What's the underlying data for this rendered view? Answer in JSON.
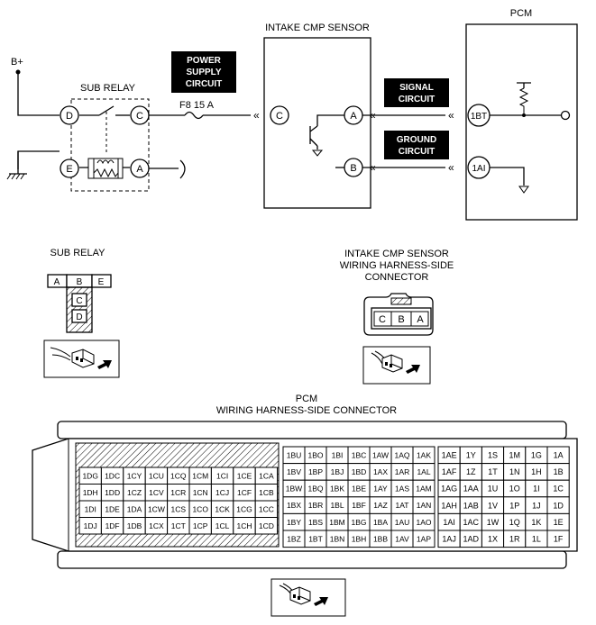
{
  "wiring": {
    "b_plus": "B+",
    "sub_relay_title": "SUB RELAY",
    "relay_pins": {
      "d": "D",
      "c": "C",
      "e": "E",
      "a": "A"
    },
    "fuse_label": "F8 15 A",
    "power_supply_lines": [
      "POWER",
      "SUPPLY",
      "CIRCUIT"
    ],
    "sensor_title": "INTAKE CMP SENSOR",
    "sensor_pins": {
      "c": "C",
      "a": "A",
      "b": "B"
    },
    "signal_lines": [
      "SIGNAL",
      "CIRCUIT"
    ],
    "ground_lines": [
      "GROUND",
      "CIRCUIT"
    ],
    "pcm_title": "PCM",
    "pcm_pins": {
      "bt": "1BT",
      "ai": "1AI"
    }
  },
  "relay_connector": {
    "title": "SUB RELAY",
    "top_row": [
      "A",
      "B",
      "E"
    ],
    "stack": [
      "C",
      "D"
    ]
  },
  "sensor_connector": {
    "title_lines": [
      "INTAKE CMP SENSOR",
      "WIRING HARNESS-SIDE",
      "CONNECTOR"
    ],
    "pins": [
      "C",
      "B",
      "A"
    ]
  },
  "pcm_connector": {
    "title_lines": [
      "PCM",
      "WIRING HARNESS-SIDE CONNECTOR"
    ],
    "left_rows": [
      [
        "1DG",
        "1DC",
        "1CY",
        "1CU",
        "1CQ",
        "1CM",
        "1CI",
        "1CE",
        "1CA"
      ],
      [
        "1DH",
        "1DD",
        "1CZ",
        "1CV",
        "1CR",
        "1CN",
        "1CJ",
        "1CF",
        "1CB"
      ],
      [
        "1DI",
        "1DE",
        "1DA",
        "1CW",
        "1CS",
        "1CO",
        "1CK",
        "1CG",
        "1CC"
      ],
      [
        "1DJ",
        "1DF",
        "1DB",
        "1CX",
        "1CT",
        "1CP",
        "1CL",
        "1CH",
        "1CD"
      ]
    ],
    "middle_rows": [
      [
        "1BU",
        "1BO",
        "1BI",
        "1BC",
        "1AW",
        "1AQ",
        "1AK"
      ],
      [
        "1BV",
        "1BP",
        "1BJ",
        "1BD",
        "1AX",
        "1AR",
        "1AL"
      ],
      [
        "1BW",
        "1BQ",
        "1BK",
        "1BE",
        "1AY",
        "1AS",
        "1AM"
      ],
      [
        "1BX",
        "1BR",
        "1BL",
        "1BF",
        "1AZ",
        "1AT",
        "1AN"
      ],
      [
        "1BY",
        "1BS",
        "1BM",
        "1BG",
        "1BA",
        "1AU",
        "1AO"
      ],
      [
        "1BZ",
        "1BT",
        "1BN",
        "1BH",
        "1BB",
        "1AV",
        "1AP"
      ]
    ],
    "right_rows": [
      [
        "1AE",
        "1Y",
        "1S",
        "1M",
        "1G",
        "1A"
      ],
      [
        "1AF",
        "1Z",
        "1T",
        "1N",
        "1H",
        "1B"
      ],
      [
        "1AG",
        "1AA",
        "1U",
        "1O",
        "1I",
        "1C"
      ],
      [
        "1AH",
        "1AB",
        "1V",
        "1P",
        "1J",
        "1D"
      ],
      [
        "1AI",
        "1AC",
        "1W",
        "1Q",
        "1K",
        "1E"
      ],
      [
        "1AJ",
        "1AD",
        "1X",
        "1R",
        "1L",
        "1F"
      ]
    ]
  }
}
